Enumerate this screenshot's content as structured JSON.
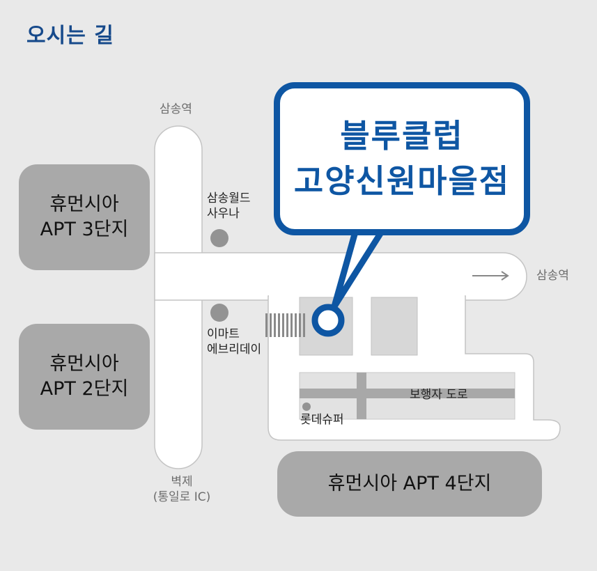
{
  "title": "오시는 길",
  "callout": {
    "line1": "블루클럽",
    "line2": "고양신원마을점"
  },
  "blocks": {
    "apt3": {
      "line1": "휴먼시아",
      "line2": "APT 3단지"
    },
    "apt2": {
      "line1": "휴먼시아",
      "line2": "APT 2단지"
    },
    "apt4": "휴먼시아 APT 4단지"
  },
  "labels": {
    "samsong_station_top": "삼송역",
    "samsong_station_right": "삼송역",
    "samsong_world_1": "삼송월드",
    "samsong_world_2": "사우나",
    "emart_1": "이마트",
    "emart_2": "에브리데이",
    "lotte_super": "롯데슈퍼",
    "pedestrian_road": "보행자 도로",
    "byeokje_1": "벽제",
    "byeokje_2": "(통일로 IC)"
  },
  "colors": {
    "brand_blue": "#0e56a3",
    "title_blue": "#174a8b",
    "block_gray": "#a9a9a9",
    "road_white": "#ffffff",
    "background": "#e9e9e9"
  }
}
